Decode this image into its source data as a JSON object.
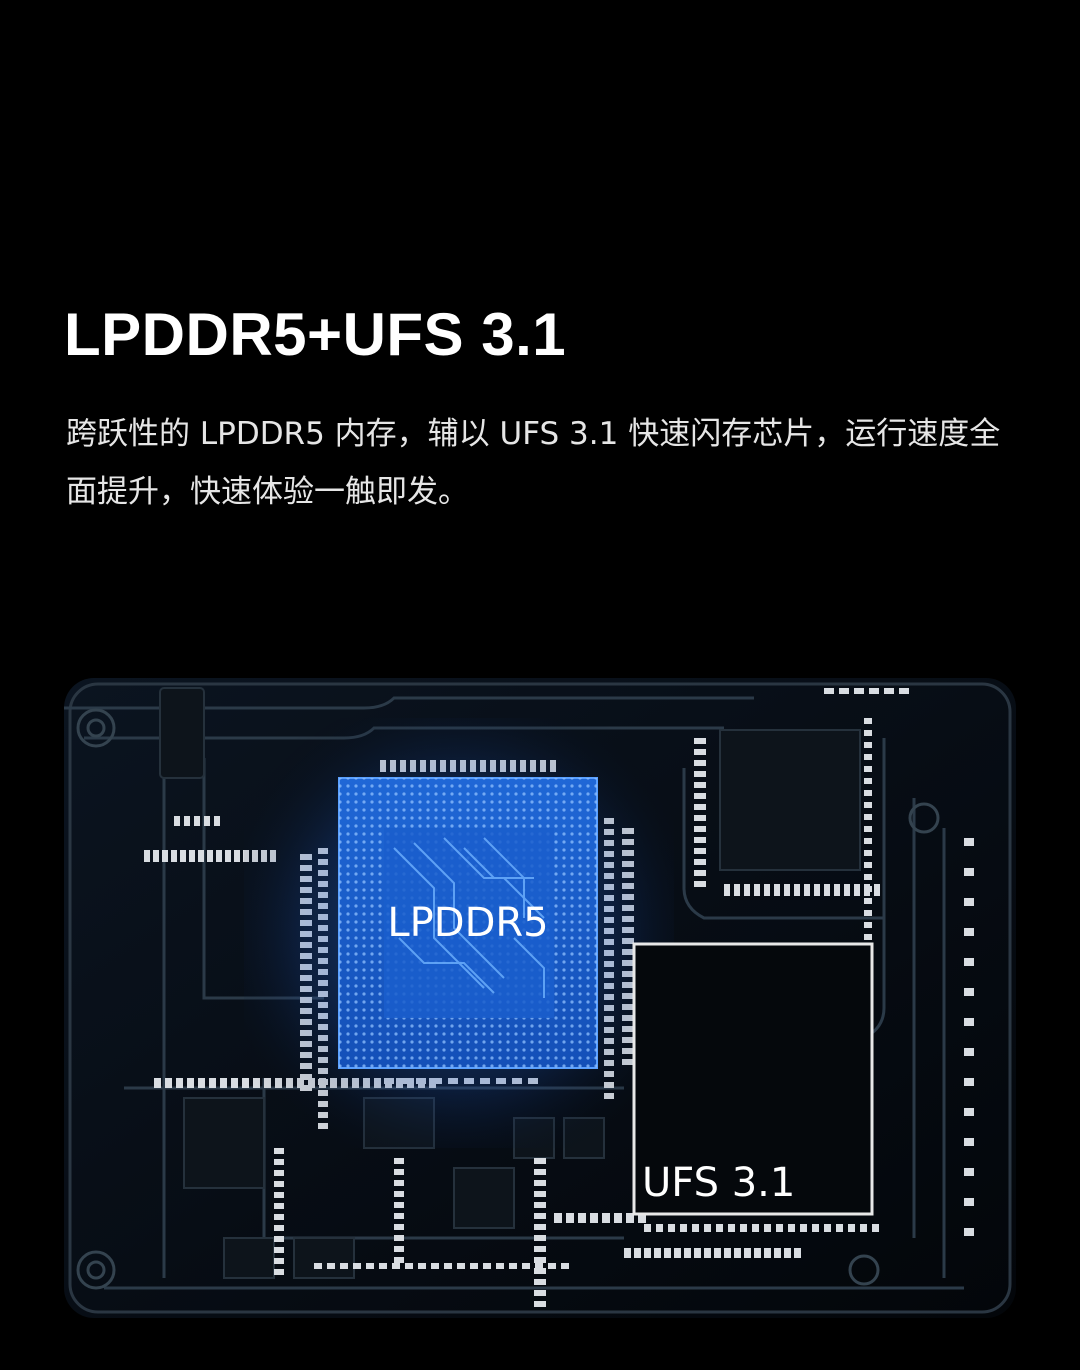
{
  "headline": "LPDDR5+UFS 3.1",
  "description": "跨跃性的 LPDDR5 内存，辅以 UFS 3.1 快速闪存芯片，运行速度全面提升，快速体验一触即发。",
  "chips": {
    "memory_label": "LPDDR5",
    "storage_label": "UFS 3.1"
  },
  "colors": {
    "background": "#000000",
    "memory_chip_glow": "#2f7fff",
    "storage_chip_border": "#e8e8e8"
  }
}
